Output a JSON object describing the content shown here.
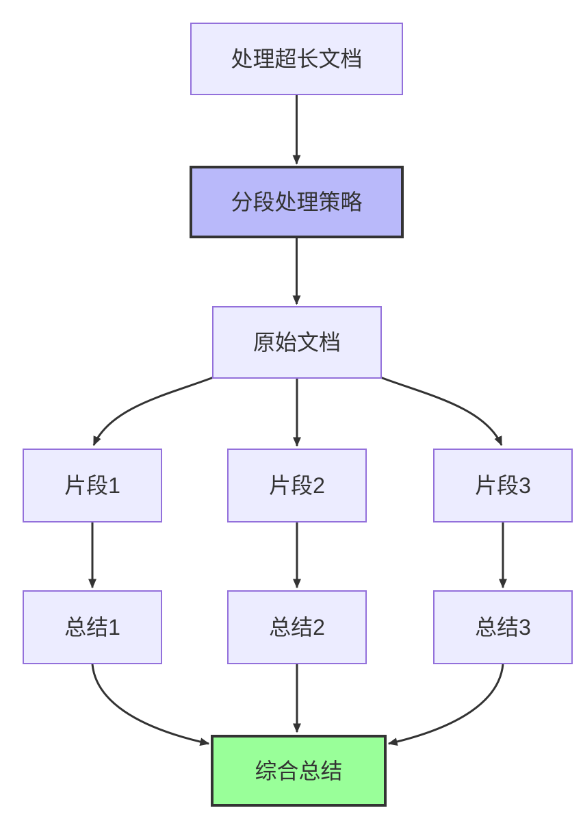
{
  "diagram": {
    "type": "flowchart",
    "direction": "top-down",
    "background": "#ffffff",
    "colors": {
      "node_fill": "#ECECFF",
      "node_border": "#9370DB",
      "emphasis_fill": "#B9B9FA",
      "emphasis_border": "#333333",
      "success_fill": "#99FF99",
      "success_border": "#333333",
      "edge_stroke": "#333333",
      "text": "#333333"
    },
    "nodes": [
      {
        "id": "A",
        "label": "处理超长文档",
        "style": "default"
      },
      {
        "id": "B",
        "label": "分段处理策略",
        "style": "emphasis"
      },
      {
        "id": "C",
        "label": "原始文档",
        "style": "default"
      },
      {
        "id": "D",
        "label": "片段1",
        "style": "default"
      },
      {
        "id": "E",
        "label": "片段2",
        "style": "default"
      },
      {
        "id": "F",
        "label": "片段3",
        "style": "default"
      },
      {
        "id": "G",
        "label": "总结1",
        "style": "default"
      },
      {
        "id": "H",
        "label": "总结2",
        "style": "default"
      },
      {
        "id": "I",
        "label": "总结3",
        "style": "default"
      },
      {
        "id": "J",
        "label": "综合总结",
        "style": "success"
      }
    ],
    "edges": [
      {
        "from": "A",
        "to": "B"
      },
      {
        "from": "B",
        "to": "C"
      },
      {
        "from": "C",
        "to": "D"
      },
      {
        "from": "C",
        "to": "E"
      },
      {
        "from": "C",
        "to": "F"
      },
      {
        "from": "D",
        "to": "G"
      },
      {
        "from": "E",
        "to": "H"
      },
      {
        "from": "F",
        "to": "I"
      },
      {
        "from": "G",
        "to": "J"
      },
      {
        "from": "H",
        "to": "J"
      },
      {
        "from": "I",
        "to": "J"
      }
    ]
  }
}
